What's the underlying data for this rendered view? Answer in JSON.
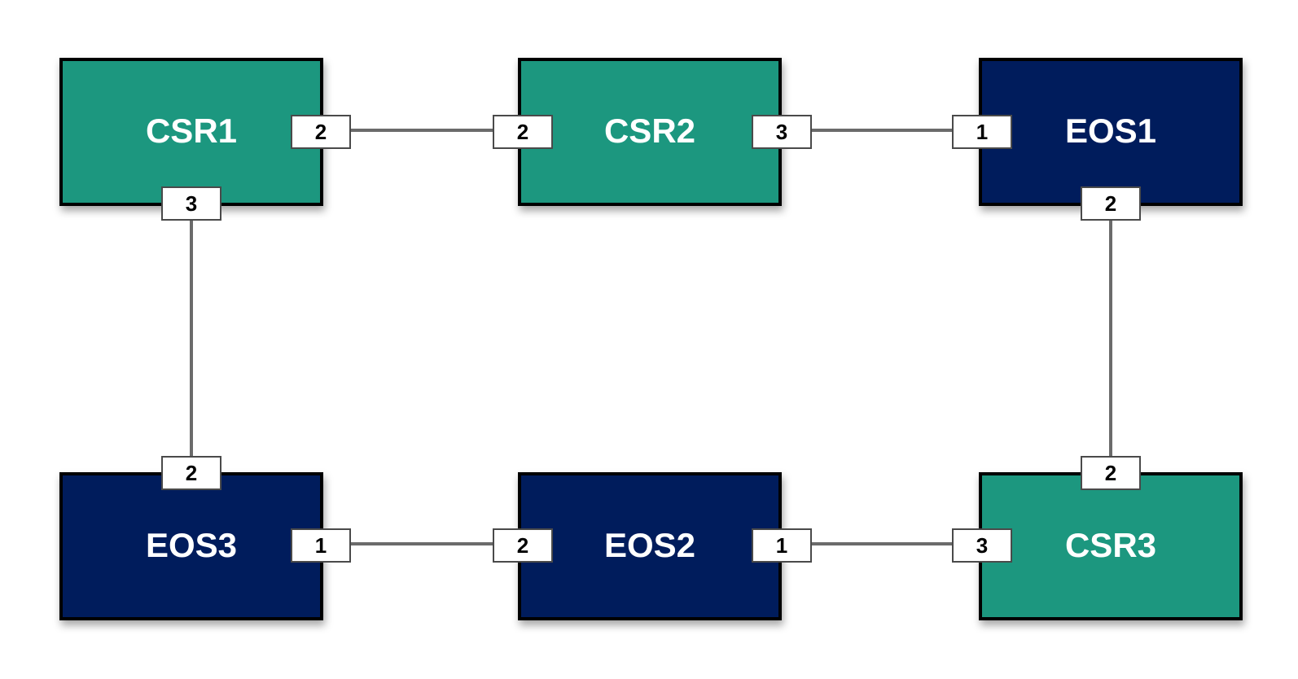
{
  "colors": {
    "csr": "#1a977f",
    "eos": "#021f5b",
    "border": "#000000",
    "link": "#6b6b6b",
    "port_bg": "#ffffff",
    "port_border": "#4a4a4a"
  },
  "nodes": {
    "csr1": {
      "label": "CSR1",
      "kind": "csr"
    },
    "csr2": {
      "label": "CSR2",
      "kind": "csr"
    },
    "eos1": {
      "label": "EOS1",
      "kind": "eos"
    },
    "eos3": {
      "label": "EOS3",
      "kind": "eos"
    },
    "eos2": {
      "label": "EOS2",
      "kind": "eos"
    },
    "csr3": {
      "label": "CSR3",
      "kind": "csr"
    }
  },
  "links": [
    {
      "a": "CSR1",
      "a_port": "2",
      "b": "CSR2",
      "b_port": "2"
    },
    {
      "a": "CSR2",
      "a_port": "3",
      "b": "EOS1",
      "b_port": "1"
    },
    {
      "a": "CSR1",
      "a_port": "3",
      "b": "EOS3",
      "b_port": "2"
    },
    {
      "a": "EOS1",
      "a_port": "2",
      "b": "CSR3",
      "b_port": "2"
    },
    {
      "a": "EOS3",
      "a_port": "1",
      "b": "EOS2",
      "b_port": "2"
    },
    {
      "a": "EOS2",
      "a_port": "1",
      "b": "CSR3",
      "b_port": "3"
    }
  ]
}
